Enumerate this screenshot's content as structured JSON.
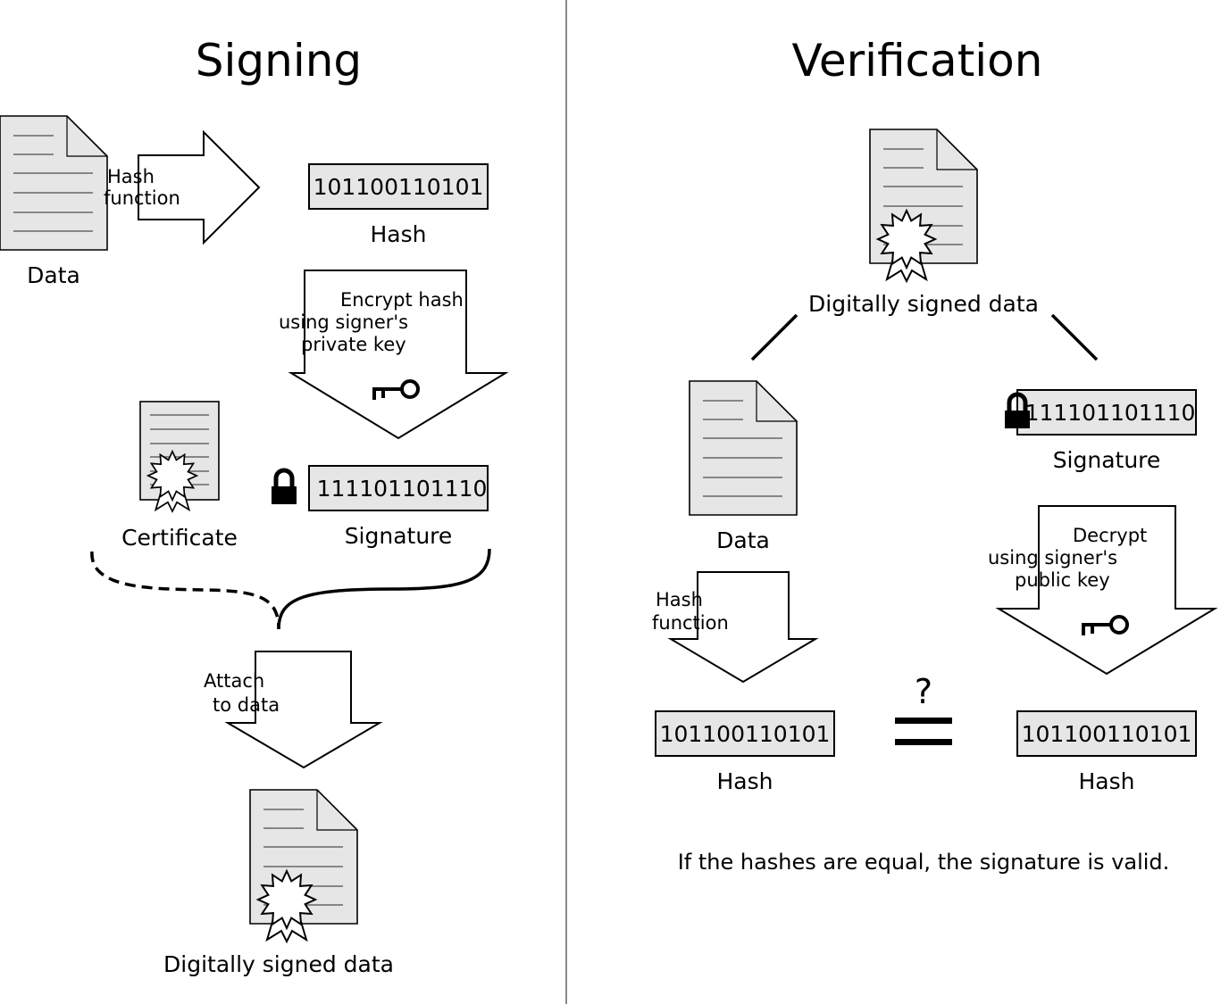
{
  "signing": {
    "title": "Signing",
    "data_label": "Data",
    "hash_function_line1": "Hash",
    "hash_function_line2": "function",
    "hash_value": "101100110101",
    "hash_label": "Hash",
    "encrypt_line1": "Encrypt hash",
    "encrypt_line2": "using signer's",
    "encrypt_line3": "private key",
    "certificate_label": "Certificate",
    "signature_value": "111101101110",
    "signature_label": "Signature",
    "attach_line1": "Attach",
    "attach_line2": "to data",
    "signed_data_label": "Digitally signed data"
  },
  "verification": {
    "title": "Verification",
    "signed_data_label": "Digitally signed data",
    "data_label": "Data",
    "signature_value": "111101101110",
    "signature_label": "Signature",
    "hash_function_line1": "Hash",
    "hash_function_line2": "function",
    "decrypt_line1": "Decrypt",
    "decrypt_line2": "using signer's",
    "decrypt_line3": "public key",
    "hash_left_value": "101100110101",
    "hash_left_label": "Hash",
    "hash_right_value": "101100110101",
    "hash_right_label": "Hash",
    "question_mark": "?",
    "conclusion": "If the hashes are equal, the signature is valid."
  }
}
